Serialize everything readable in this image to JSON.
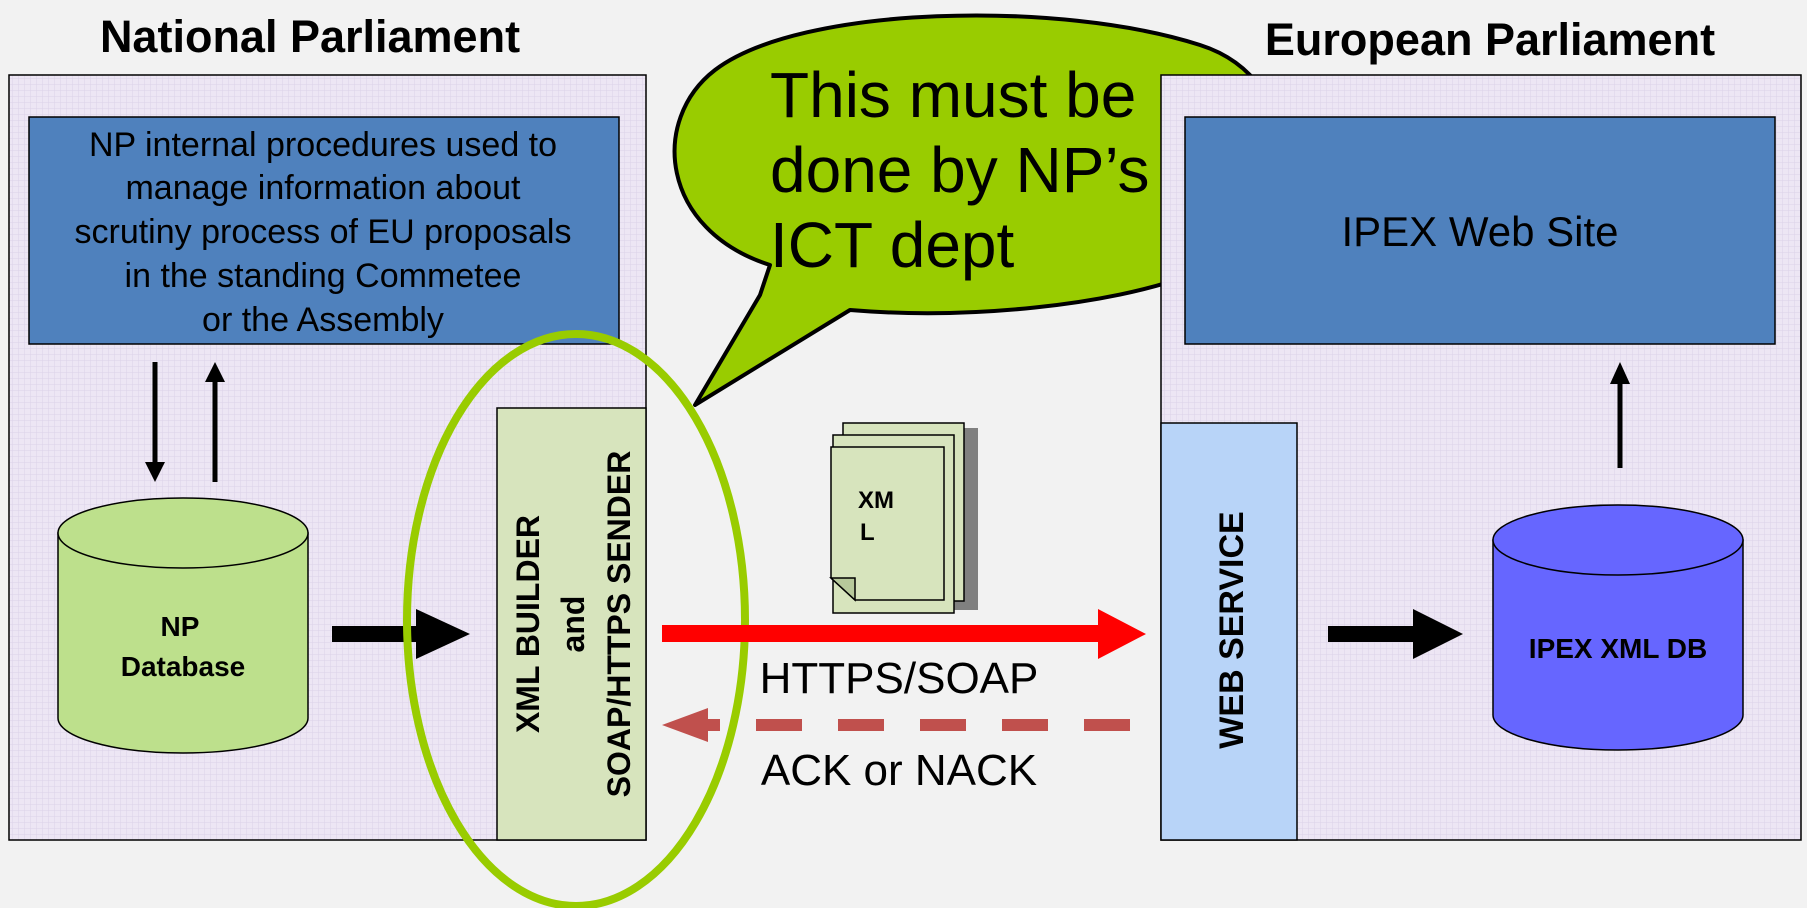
{
  "national_parliament": {
    "title": "National Parliament",
    "internal_procedures": [
      "NP internal procedures used to",
      "manage information about",
      "scrutiny process of EU proposals",
      "in the standing Commetee",
      "or the Assembly"
    ],
    "database": [
      "NP",
      "Database"
    ],
    "builder": [
      "XML BUILDER",
      "and",
      "SOAP/HTTPS SENDER"
    ]
  },
  "european_parliament": {
    "title": "European Parliament",
    "web_site": "IPEX Web Site",
    "web_service": "WEB SERVICE",
    "database": "IPEX XML DB"
  },
  "callout": [
    "This must be",
    "done by NP’s",
    "ICT dept"
  ],
  "document_icon": [
    "XM",
    "L"
  ],
  "transport": {
    "request_label": "HTTPS/SOAP",
    "response_label": "ACK or NACK"
  },
  "colors": {
    "np_panel": "#ede6f4",
    "ep_panel": "#ede6f4",
    "blue_box": "#4f81bd",
    "np_db": "#bde08c",
    "ep_db": "#6666ff",
    "builder_box": "#d7e4bd",
    "web_service": "#b8d4f8",
    "highlight": "#99cc00",
    "request_arrow": "#ff0000",
    "response_arrow": "#c0504d"
  }
}
